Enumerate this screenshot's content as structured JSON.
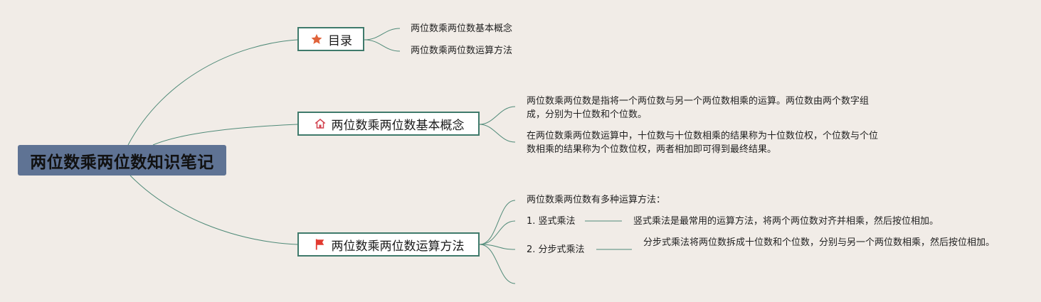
{
  "root": {
    "title": "两位数乘两位数知识笔记"
  },
  "branches": [
    {
      "label": "目录",
      "icon": "star-icon",
      "children": [
        "两位数乘两位数基本概念",
        "两位数乘两位数运算方法"
      ]
    },
    {
      "label": "两位数乘两位数基本概念",
      "icon": "home-icon",
      "children": [
        "两位数乘两位数是指将一个两位数与另一个两位数相乘的运算。两位数由两个数字组成，分别为十位数和个位数。",
        "在两位数乘两位数运算中，十位数与十位数相乘的结果称为十位数位权，个位数与个位数相乘的结果称为个位数位权，两者相加即可得到最终结果。"
      ]
    },
    {
      "label": "两位数乘两位数运算方法",
      "icon": "flag-icon",
      "children": [
        {
          "label": "两位数乘两位数有多种运算方法："
        },
        {
          "label": "1. 竖式乘法",
          "detail": "竖式乘法是最常用的运算方法，将两个两位数对齐并相乘，然后按位相加。"
        },
        {
          "label": "2. 分步式乘法",
          "detail": "分步式乘法将两位数拆成十位数和个位数，分别与另一个两位数相乘，然后按位相加。"
        }
      ]
    }
  ],
  "colors": {
    "background": "#f1ece7",
    "root_fill": "#5f7394",
    "node_border": "#3f7a6b",
    "link": "#4f8a78",
    "star": "#e0633a",
    "home": "#d2424f",
    "flag": "#e23a30"
  }
}
